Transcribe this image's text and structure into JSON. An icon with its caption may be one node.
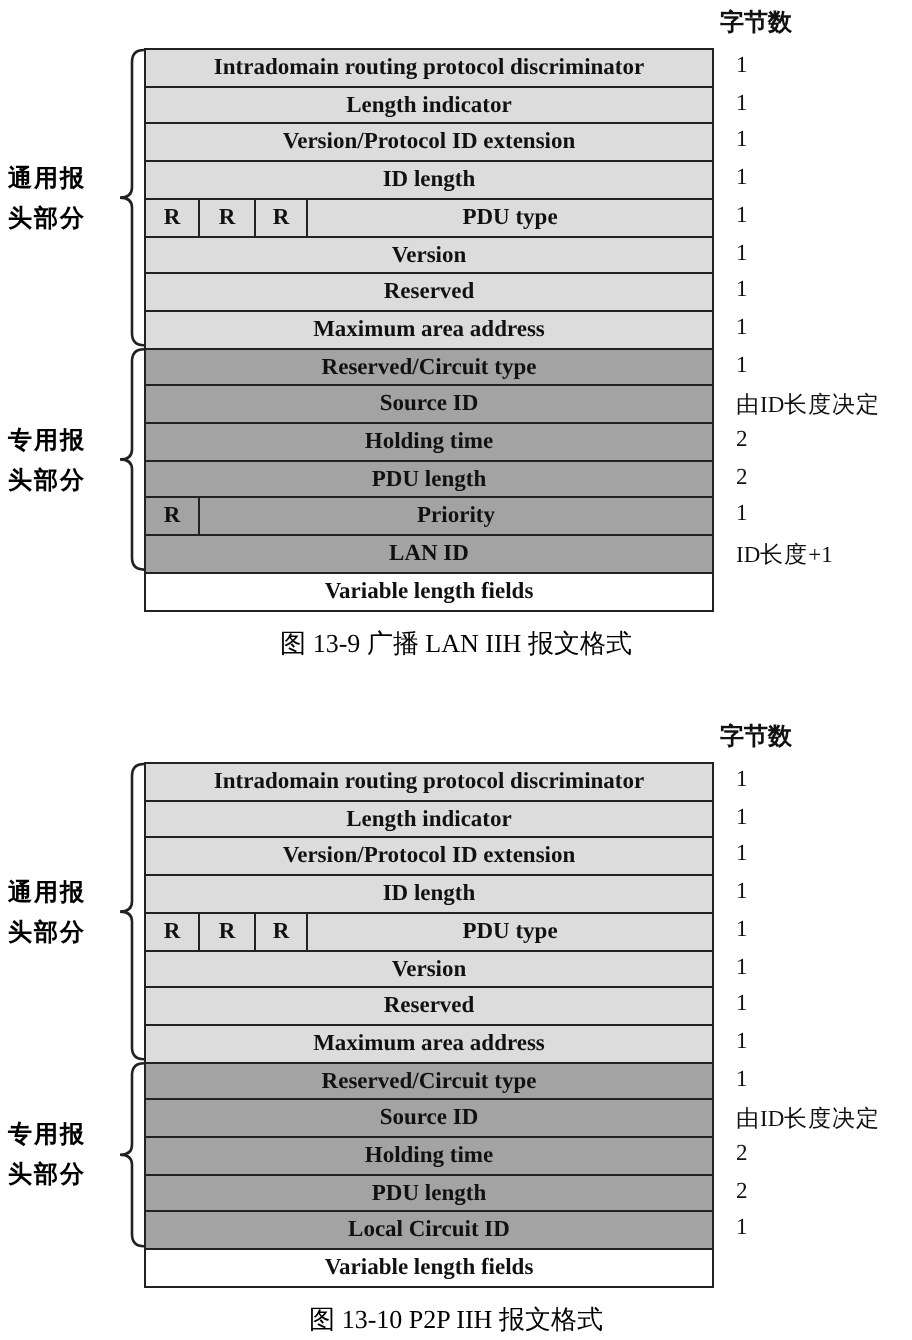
{
  "diagram": {
    "nodes": [
      {
        "text": [
          "Intradomain routing protocol discriminator"
        ],
        "beside": [
          "1"
        ]
      },
      {
        "text": [
          "Length indicator"
        ],
        "beside": [
          "1"
        ]
      },
      {
        "text": [
          "Version/Protocol ID extension"
        ],
        "beside": [
          "1"
        ]
      },
      {
        "text": [
          "ID length"
        ],
        "beside": [
          "1"
        ]
      },
      {
        "text": [
          "PDU type"
        ],
        "beside": [
          "1"
        ]
      },
      {
        "text": [
          "R"
        ],
        "in": 4
      },
      {
        "text": [
          "R"
        ],
        "in": 4
      },
      {
        "text": [
          "R"
        ],
        "in": 4
      },
      {
        "text": [
          "Version"
        ],
        "beside": [
          "1"
        ]
      },
      {
        "text": [
          "Reserved"
        ],
        "beside": [
          "1"
        ]
      },
      {
        "text": [
          "Maximum area address"
        ],
        "beside": [
          "1"
        ]
      },
      {
        "text": [
          "Reserved/Circuit type"
        ],
        "beside": [
          "1"
        ]
      },
      {
        "text": [
          "Source ID"
        ],
        "beside": [
          "由ID长度决定"
        ]
      },
      {
        "text": [
          "Holding time"
        ],
        "beside": [
          "2"
        ]
      },
      {
        "text": [
          "PDU length"
        ],
        "beside": [
          "2"
        ]
      },
      {
        "text": [
          "Priority"
        ],
        "beside": [
          "1"
        ]
      },
      {
        "text": [
          "R"
        ],
        "in": 15
      },
      {
        "text": [
          "LAN ID"
        ],
        "beside": [
          "ID长度+1"
        ]
      },
      {
        "text": [
          "Variable length fields"
        ]
      },
      {
        "text": [
          "Intradomain routing protocol discriminator"
        ],
        "beside": [
          "1"
        ]
      },
      {
        "text": [
          "Length indicator"
        ],
        "beside": [
          "1"
        ]
      },
      {
        "text": [
          "Version/Protocol ID extension"
        ],
        "beside": [
          "1"
        ]
      },
      {
        "text": [
          "ID length"
        ],
        "beside": [
          "1"
        ]
      },
      {
        "text": [
          "PDU type"
        ],
        "beside": [
          "1"
        ]
      },
      {
        "text": [
          "R"
        ],
        "in": 23
      },
      {
        "text": [
          "R"
        ],
        "in": 23
      },
      {
        "text": [
          "R"
        ],
        "in": 23
      },
      {
        "text": [
          "Version"
        ],
        "beside": [
          "1"
        ]
      },
      {
        "text": [
          "Reserved"
        ],
        "beside": [
          "1"
        ]
      },
      {
        "text": [
          "Maximum area address"
        ],
        "beside": [
          "1"
        ]
      },
      {
        "text": [
          "Reserved/Circuit type"
        ],
        "beside": [
          "1"
        ]
      },
      {
        "text": [
          "Source ID"
        ],
        "beside": [
          "由ID长度决定"
        ]
      },
      {
        "text": [
          "Holding time"
        ],
        "beside": [
          "2"
        ]
      },
      {
        "text": [
          "PDU length"
        ],
        "beside": [
          "2"
        ]
      },
      {
        "text": [
          "Local Circuit ID"
        ],
        "beside": [
          "1"
        ]
      },
      {
        "text": [
          "Variable length fields"
        ]
      }
    ],
    "labels": [
      "字节数",
      "通用报头部分",
      "专用报头部分",
      "图 13-9 广播 LAN IIH 报文格式",
      "字节数",
      "通用报头部分",
      "专用报头部分",
      "图 13-10 P2P IIH 报文格式"
    ]
  }
}
